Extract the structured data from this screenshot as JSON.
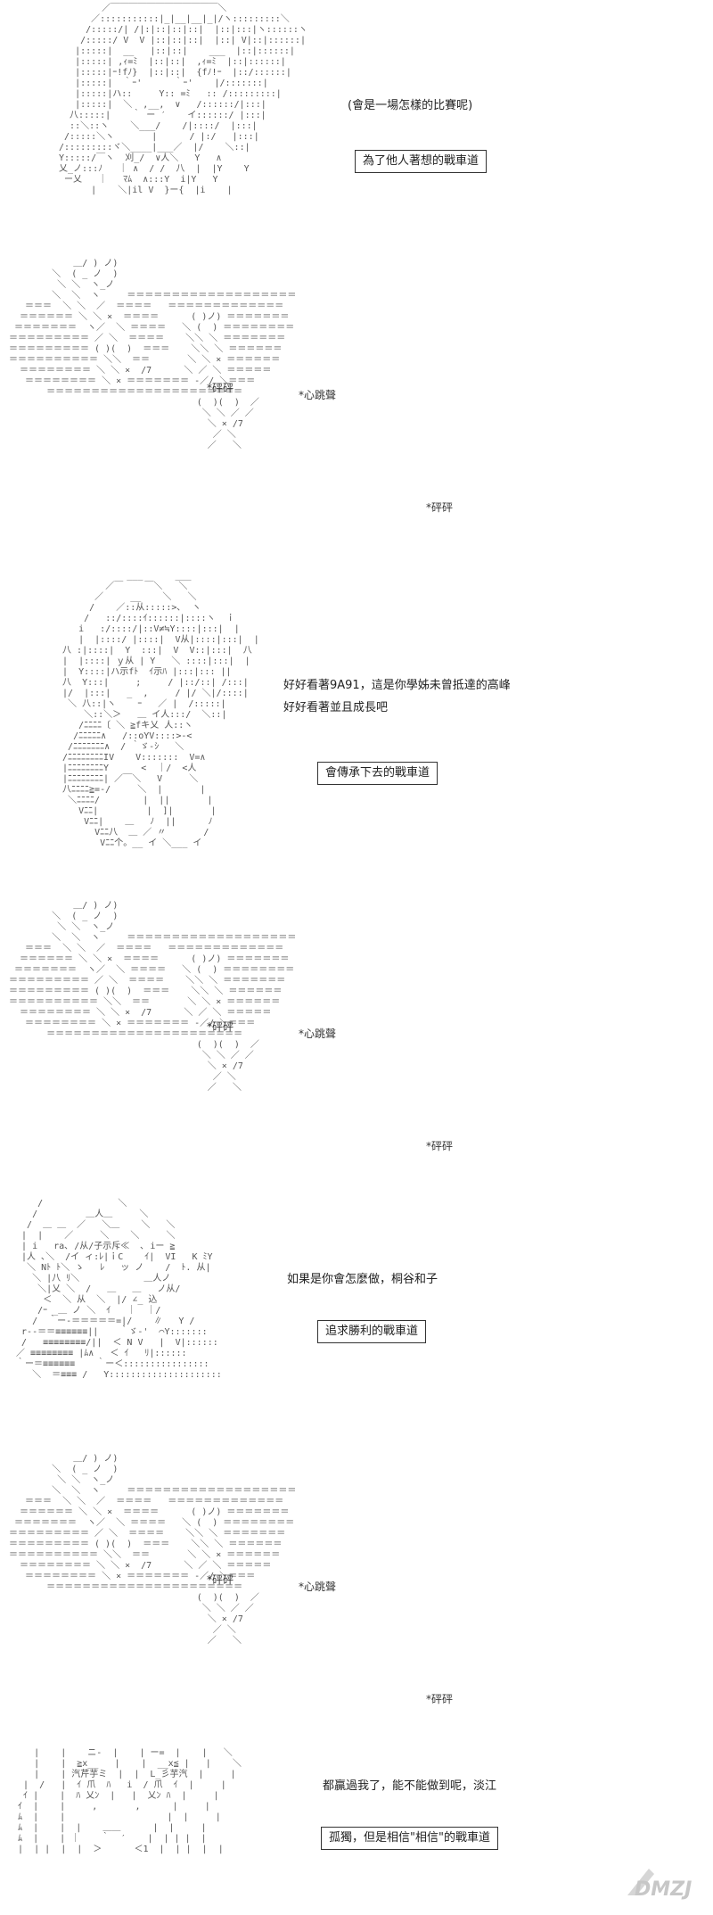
{
  "panels": [
    {
      "caption": "(會是一場怎樣的比賽呢)",
      "boxed": "為了他人著想的戰車道"
    },
    {
      "sfx_left": "*砰砰",
      "sfx_mid": "*心跳聲",
      "sfx_low": "*砰砰"
    },
    {
      "caption": "好好看著9A91，這是你學姊未曾抵達的高峰",
      "caption2": "好好看著並且成長吧",
      "boxed": "會傳承下去的戰車道"
    },
    {
      "sfx_left": "*砰砰",
      "sfx_mid": "*心跳聲",
      "sfx_low": "*砰砰"
    },
    {
      "caption": "如果是你會怎麼做，桐谷和子",
      "boxed": "追求勝利的戰車道"
    },
    {
      "sfx_left": "*砰砰",
      "sfx_mid": "*心跳聲",
      "sfx_low": "*砰砰"
    },
    {
      "caption": "都贏過我了，能不能做到呢，淡江",
      "boxed": "孤獨，但是相信\"相信\"的戰車道"
    }
  ],
  "watermark": "DMZJ",
  "icons": {
    "watermark_logo": "dmzj-logo-icon"
  }
}
